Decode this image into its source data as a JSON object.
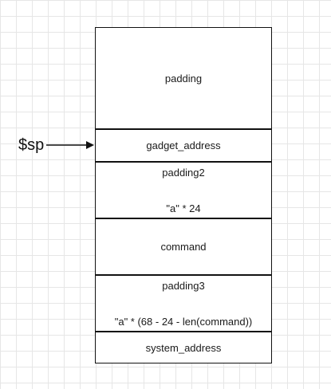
{
  "pointer": {
    "label": "$sp"
  },
  "stack": {
    "cells": [
      {
        "line1": "padding",
        "line2": ""
      },
      {
        "line1": "gadget_address",
        "line2": ""
      },
      {
        "line1": "padding2",
        "line2": "\"a\" * 24"
      },
      {
        "line1": "command",
        "line2": ""
      },
      {
        "line1": "padding3",
        "line2": "\"a\" * (68 - 24 - len(command))"
      },
      {
        "line1": "system_address",
        "line2": ""
      }
    ]
  },
  "colors": {
    "stroke": "#111111",
    "grid": "#e6e6e6",
    "text": "#1a1a1a"
  }
}
